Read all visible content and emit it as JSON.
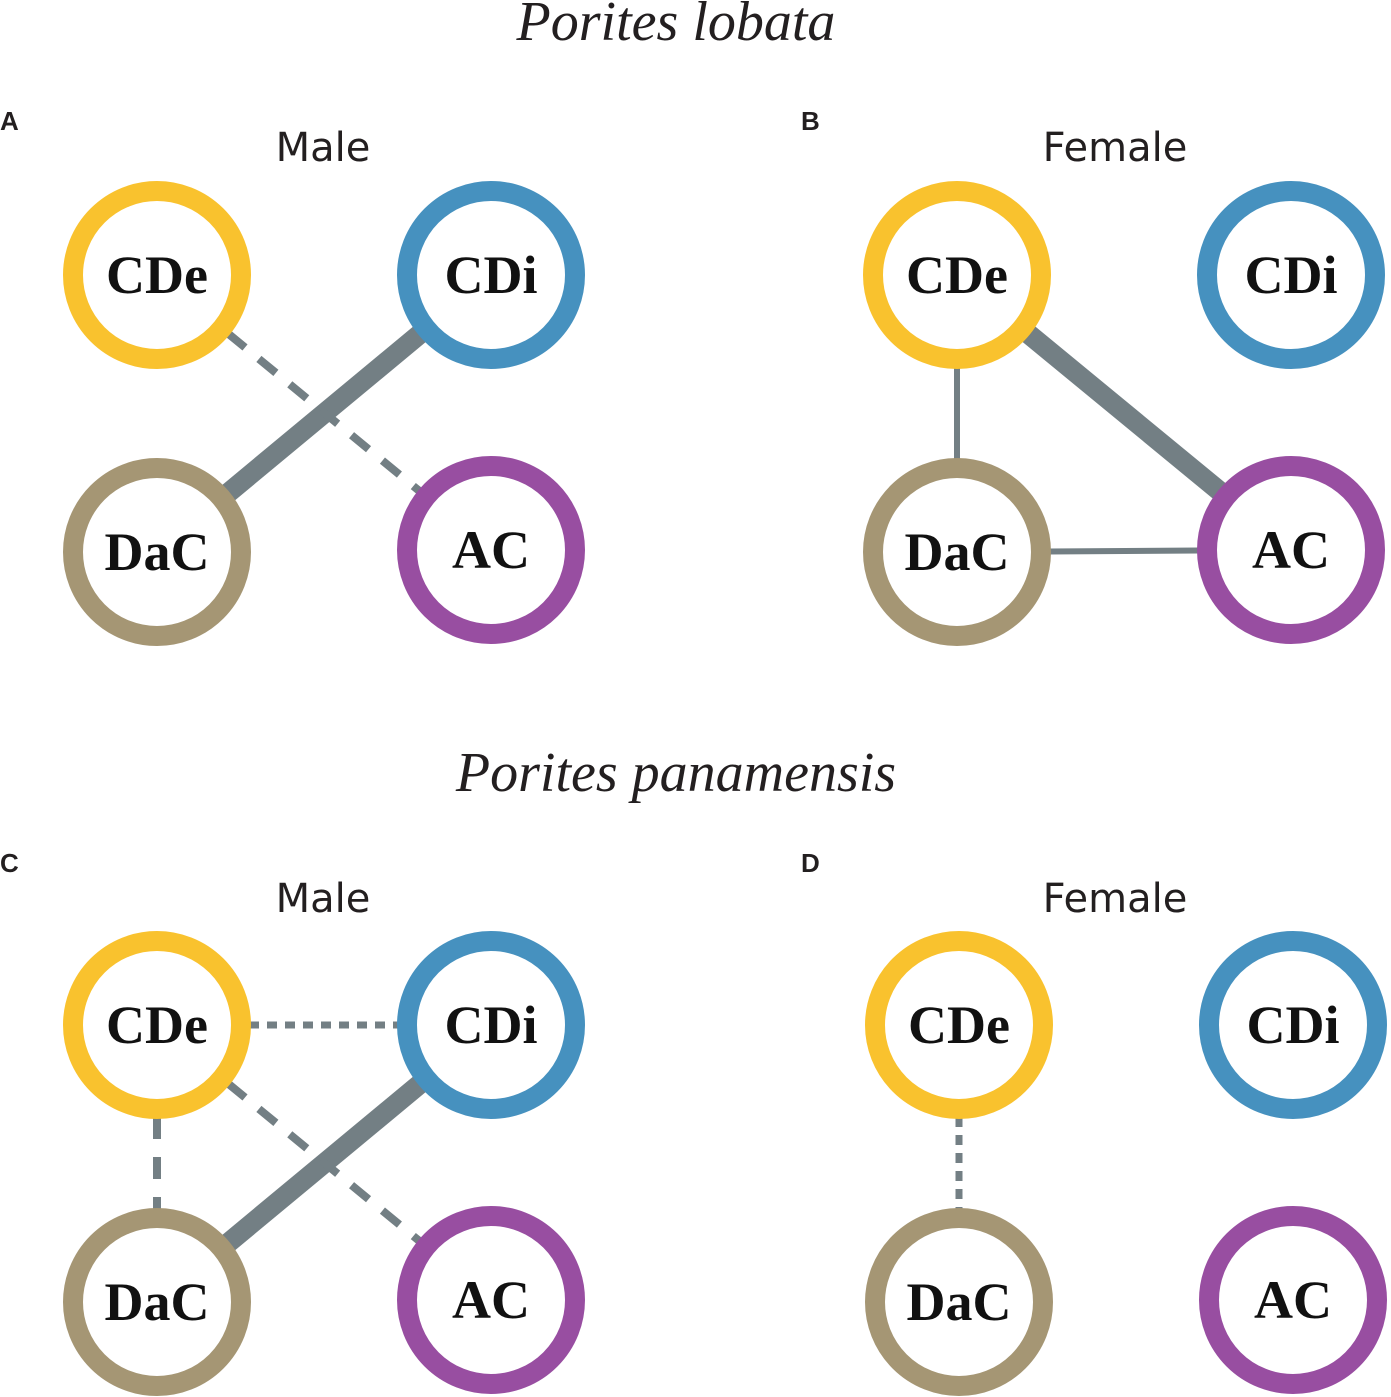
{
  "species": [
    {
      "name": "Porites lobata",
      "panels": [
        {
          "letter": "A",
          "sex": "Male",
          "edges": [
            {
              "from": "CDi",
              "to": "DaC",
              "style": "solid-thick"
            },
            {
              "from": "CDe",
              "to": "AC",
              "style": "dashed"
            }
          ]
        },
        {
          "letter": "B",
          "sex": "Female",
          "edges": [
            {
              "from": "CDe",
              "to": "AC",
              "style": "solid-thick"
            },
            {
              "from": "CDe",
              "to": "DaC",
              "style": "solid-thin"
            },
            {
              "from": "DaC",
              "to": "AC",
              "style": "solid-thin"
            }
          ]
        }
      ]
    },
    {
      "name": "Porites panamensis",
      "panels": [
        {
          "letter": "C",
          "sex": "Male",
          "edges": [
            {
              "from": "CDi",
              "to": "DaC",
              "style": "solid-thick"
            },
            {
              "from": "CDe",
              "to": "CDi",
              "style": "dotted"
            },
            {
              "from": "CDe",
              "to": "DaC",
              "style": "dashed"
            },
            {
              "from": "CDe",
              "to": "AC",
              "style": "dashed"
            }
          ]
        },
        {
          "letter": "D",
          "sex": "Female",
          "edges": [
            {
              "from": "CDe",
              "to": "DaC",
              "style": "dotted"
            }
          ]
        }
      ]
    }
  ],
  "nodes": [
    {
      "id": "CDe",
      "label": "CDe",
      "color": "#f9c22e"
    },
    {
      "id": "CDi",
      "label": "CDi",
      "color": "#4691bf"
    },
    {
      "id": "DaC",
      "label": "DaC",
      "color": "#a59674"
    },
    {
      "id": "AC",
      "label": "AC",
      "color": "#984ea1"
    }
  ],
  "edge_color": "#737f84"
}
